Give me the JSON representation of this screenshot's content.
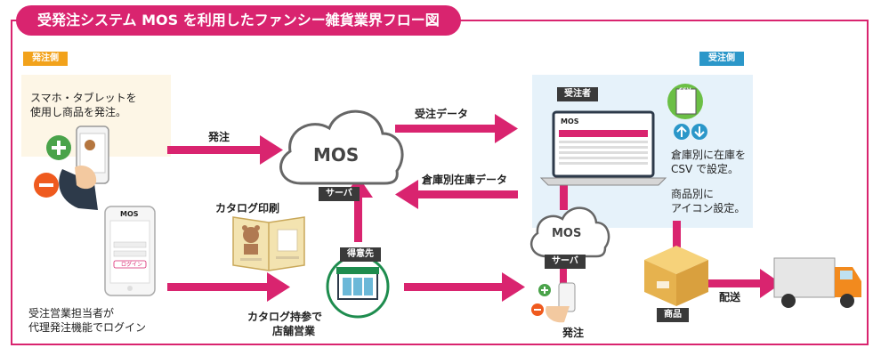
{
  "title": "受発注システム MOS を利用したファンシー雑貨業界フロー図",
  "tags": {
    "order_side": "発注側",
    "receive_side": "受注側"
  },
  "colors": {
    "accent": "#d9246f",
    "order_tag": "#f2a21b",
    "receive_tag": "#2b97c9"
  },
  "left": {
    "smartphone_text_1": "スマホ・タブレットを",
    "smartphone_text_2": "使用し商品を発注。",
    "login_text_1": "受注営業担当者が",
    "login_text_2": "代理発注機能でログイン",
    "phone_logo": "MOS",
    "login_button": "ログイン"
  },
  "center": {
    "order_label": "発注",
    "cloud_logo": "MOS",
    "server_label": "サーバ",
    "catalog_print": "カタログ印刷",
    "customer_label": "得意先",
    "catalog_visit_1": "カタログ持参で",
    "catalog_visit_2": "店舗営業"
  },
  "arrows": {
    "order_data": "受注データ",
    "stock_data": "倉庫別在庫データ"
  },
  "right": {
    "receiver_label": "受注者",
    "laptop_logo": "MOS",
    "csv_icon_label": "CSV",
    "stock_text_1": "倉庫別に在庫を",
    "stock_text_2": "CSV で設定。",
    "icon_text_1": "商品別に",
    "icon_text_2": "アイコン設定。",
    "small_cloud_logo": "MOS",
    "small_server_label": "サーバ",
    "bottom_order_label": "発注",
    "product_label": "商品",
    "delivery_label": "配送"
  }
}
